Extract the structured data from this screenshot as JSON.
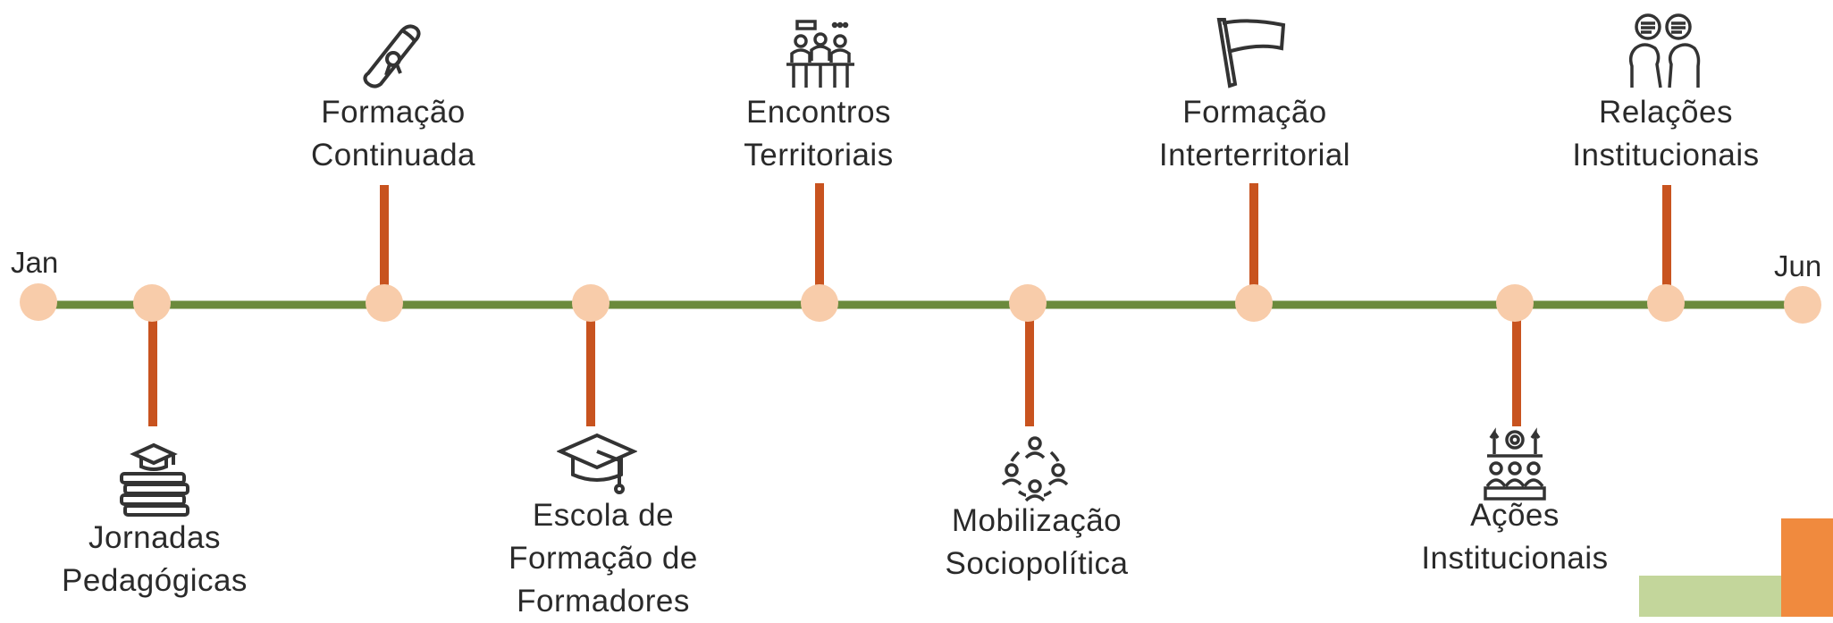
{
  "start_label": "Jan",
  "end_label": "Jun",
  "colors": {
    "axis": "#6b8a3c",
    "stem": "#c8531f",
    "node": "#f8ccaa",
    "icon": "#333333",
    "deco_green": "#c3d69b",
    "deco_orange": "#f08a3e"
  },
  "events": [
    {
      "label": "Jornadas\nPedagógicas",
      "icon": "books-graduation-cap-icon",
      "side": "below"
    },
    {
      "label": "Formação\nContinuada",
      "icon": "diploma-scroll-icon",
      "side": "above"
    },
    {
      "label": "Escola de\nFormação de\nFormadores",
      "icon": "graduation-cap-icon",
      "side": "below"
    },
    {
      "label": "Encontros\nTerritoriais",
      "icon": "meeting-table-icon",
      "side": "above"
    },
    {
      "label": "Mobilização\nSociopolítica",
      "icon": "people-network-icon",
      "side": "below"
    },
    {
      "label": "Formação\nInterterritorial",
      "icon": "flag-icon",
      "side": "above"
    },
    {
      "label": "Ações\nInstitucionais",
      "icon": "team-target-icon",
      "side": "below"
    },
    {
      "label": "Relações\nInstitucionais",
      "icon": "people-conversation-icon",
      "side": "above"
    }
  ]
}
